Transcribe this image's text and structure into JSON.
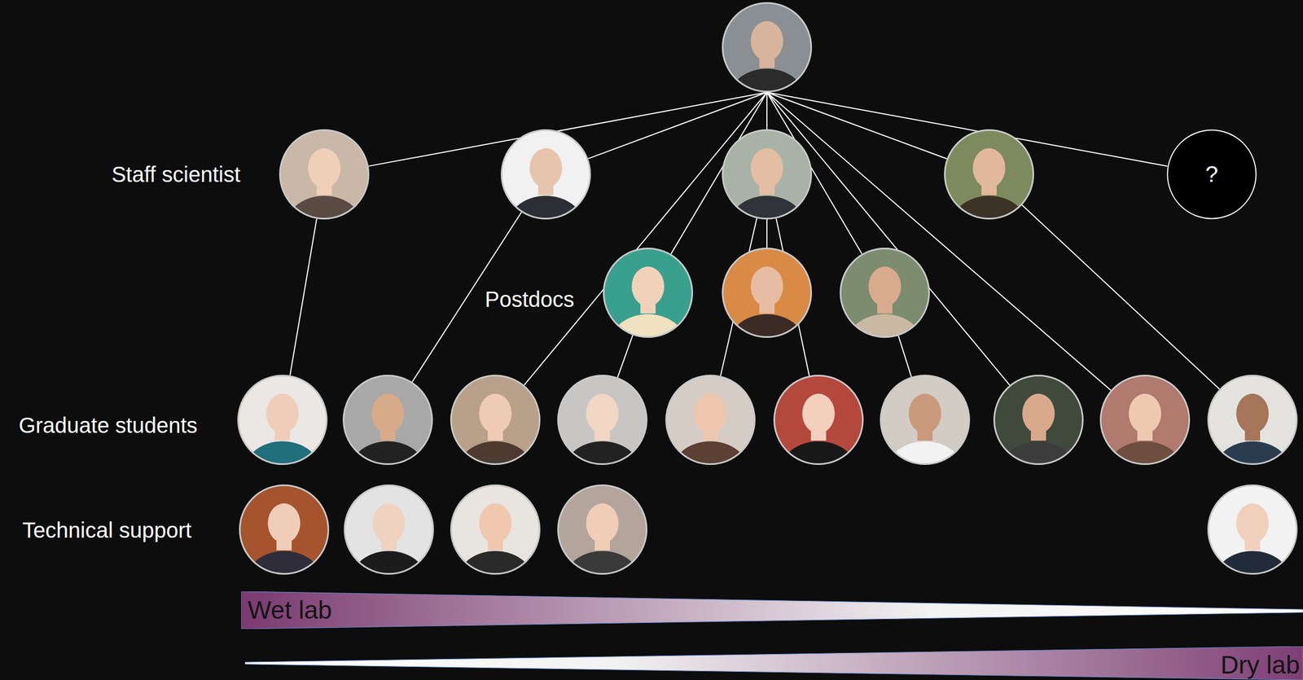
{
  "diagram": {
    "nodes": [
      {
        "text": []
      },
      {
        "text": [],
        "in": null
      },
      {
        "text": []
      },
      {
        "text": []
      },
      {
        "text": []
      },
      {
        "text": [
          "?"
        ]
      },
      {
        "text": []
      },
      {
        "text": []
      },
      {
        "text": []
      },
      {
        "text": []
      },
      {
        "text": []
      },
      {
        "text": []
      },
      {
        "text": []
      },
      {
        "text": []
      },
      {
        "text": []
      },
      {
        "text": []
      },
      {
        "text": []
      },
      {
        "text": []
      },
      {
        "text": []
      },
      {
        "text": []
      },
      {
        "text": []
      },
      {
        "text": []
      },
      {
        "text": []
      },
      {
        "text": []
      },
      {
        "text": [
          "Wet lab"
        ]
      },
      {
        "text": [
          "Dry lab"
        ]
      }
    ],
    "edges": [
      {
        "from": 0,
        "to": 1,
        "arrow": "none"
      },
      {
        "from": 0,
        "to": 2,
        "arrow": "none"
      },
      {
        "from": 0,
        "to": 3,
        "arrow": "none"
      },
      {
        "from": 0,
        "to": 4,
        "arrow": "none"
      },
      {
        "from": 0,
        "to": 5,
        "arrow": "none"
      },
      {
        "from": 0,
        "to": 6,
        "arrow": "none"
      },
      {
        "from": 0,
        "to": 8,
        "arrow": "none"
      },
      {
        "from": 0,
        "to": 11,
        "arrow": "none"
      },
      {
        "from": 0,
        "to": 16,
        "arrow": "none"
      },
      {
        "from": 0,
        "to": 17,
        "arrow": "none"
      },
      {
        "from": 3,
        "to": 7,
        "arrow": "none"
      },
      {
        "from": 3,
        "to": 13,
        "arrow": "none"
      },
      {
        "from": 3,
        "to": 14,
        "arrow": "none"
      },
      {
        "from": 1,
        "to": 9,
        "arrow": "none"
      },
      {
        "from": 2,
        "to": 10,
        "arrow": "none"
      },
      {
        "from": 6,
        "to": 12,
        "arrow": "none"
      },
      {
        "from": 8,
        "to": 15,
        "arrow": "none"
      },
      {
        "from": 4,
        "to": 18,
        "arrow": "none"
      }
    ],
    "labels": [
      "Staff scientist",
      "Postdocs",
      "Graduate students",
      "Technical support"
    ]
  }
}
